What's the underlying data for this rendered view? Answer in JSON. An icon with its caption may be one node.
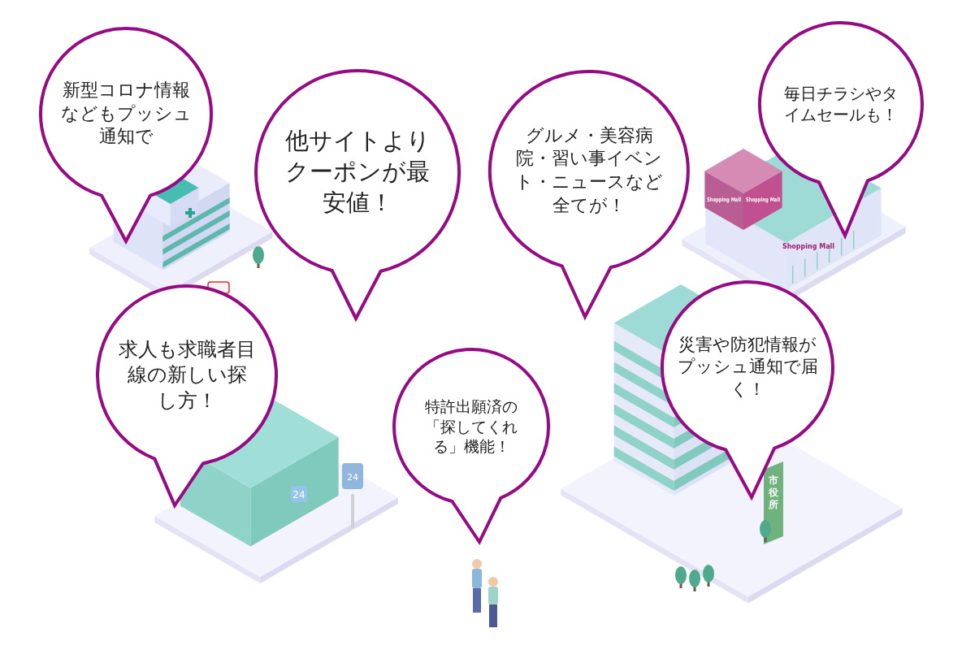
{
  "diagram": {
    "nodes": [
      {
        "text": [
          "新型コロナ情報などもプッシュ通知で"
        ]
      },
      {
        "text": [
          "他サイトよりクーポンが最安値！"
        ]
      },
      {
        "text": [
          "グルメ・美容病院・習い事イベント・ニュースなど全てが！"
        ]
      },
      {
        "text": [
          "毎日チラシやタイムセールも！"
        ]
      },
      {
        "text": [
          "求人も求職者目線の新しい探し方！"
        ]
      },
      {
        "text": [
          "特許出願済の「探してくれる」機能！"
        ]
      },
      {
        "text": [
          "災害や防犯情報がプッシュ通知で届く！"
        ]
      }
    ],
    "labels": [
      "Shopping Mall",
      "Shopping Mall",
      "Shopping Mall",
      "24",
      "24",
      "市役所"
    ]
  }
}
